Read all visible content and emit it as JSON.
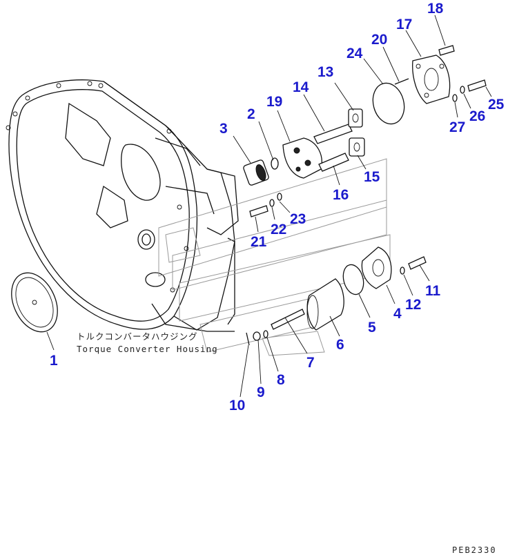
{
  "diagram": {
    "housing_label_jp": "トルクコンバータハウジング",
    "housing_label_en": "Torque Converter Housing",
    "drawing_code": "PEB2330",
    "callouts": [
      {
        "id": "1",
        "text": "1"
      },
      {
        "id": "2",
        "text": "2"
      },
      {
        "id": "3",
        "text": "3"
      },
      {
        "id": "4",
        "text": "4"
      },
      {
        "id": "5",
        "text": "5"
      },
      {
        "id": "6",
        "text": "6"
      },
      {
        "id": "7",
        "text": "7"
      },
      {
        "id": "8",
        "text": "8"
      },
      {
        "id": "9",
        "text": "9"
      },
      {
        "id": "10",
        "text": "10"
      },
      {
        "id": "11",
        "text": "11"
      },
      {
        "id": "12",
        "text": "12"
      },
      {
        "id": "13",
        "text": "13"
      },
      {
        "id": "14",
        "text": "14"
      },
      {
        "id": "15",
        "text": "15"
      },
      {
        "id": "16",
        "text": "16"
      },
      {
        "id": "17",
        "text": "17"
      },
      {
        "id": "18",
        "text": "18"
      },
      {
        "id": "19",
        "text": "19"
      },
      {
        "id": "20",
        "text": "20"
      },
      {
        "id": "21",
        "text": "21"
      },
      {
        "id": "22",
        "text": "22"
      },
      {
        "id": "23",
        "text": "23"
      },
      {
        "id": "24",
        "text": "24"
      },
      {
        "id": "25",
        "text": "25"
      },
      {
        "id": "26",
        "text": "26"
      },
      {
        "id": "27",
        "text": "27"
      }
    ]
  }
}
